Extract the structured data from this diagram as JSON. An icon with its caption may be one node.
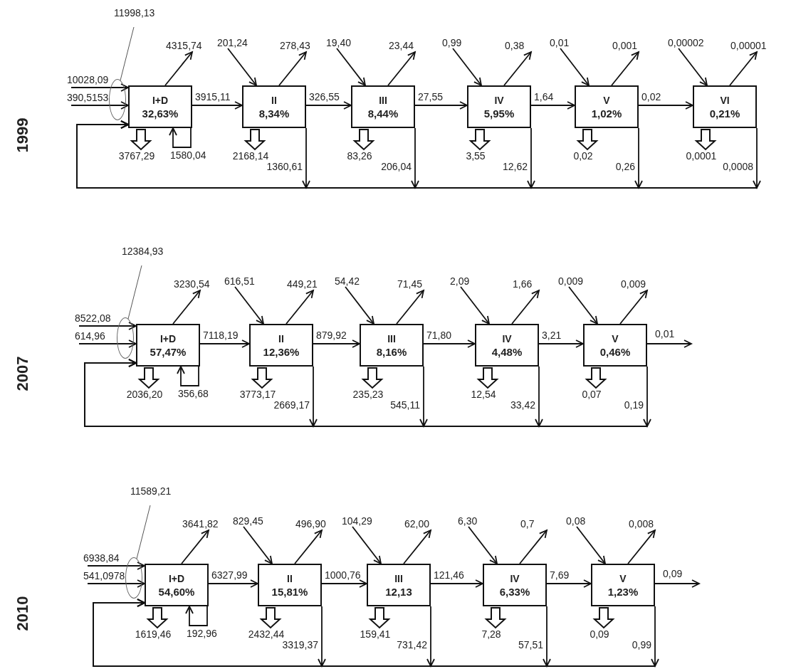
{
  "diagram": {
    "nodes": [
      {
        "text": [
          "11998,13"
        ]
      },
      {
        "text": [],
        "shape": "ellipse"
      },
      {
        "text": [
          "I+D",
          "32,63%"
        ]
      },
      {
        "text": [
          "II",
          "8,34%"
        ]
      },
      {
        "text": [
          "III",
          "8,44%"
        ]
      },
      {
        "text": [
          "IV",
          "5,95%"
        ]
      },
      {
        "text": [
          "V",
          "1,02%"
        ]
      },
      {
        "text": [
          "VI",
          "0,21%"
        ]
      },
      {
        "text": [
          "12384,93"
        ]
      },
      {
        "text": [],
        "shape": "ellipse"
      },
      {
        "text": [
          "I+D",
          "57,47%"
        ]
      },
      {
        "text": [
          "II",
          "12,36%"
        ]
      },
      {
        "text": [
          "III",
          "8,16%"
        ]
      },
      {
        "text": [
          "IV",
          "4,48%"
        ]
      },
      {
        "text": [
          "V",
          "0,46%"
        ]
      },
      {
        "text": [
          "11589,21"
        ]
      },
      {
        "text": [],
        "shape": "ellipse"
      },
      {
        "text": [
          "I+D",
          "54,60%"
        ]
      },
      {
        "text": [
          "II",
          "15,81%"
        ]
      },
      {
        "text": [
          "III",
          "12,13"
        ]
      },
      {
        "text": [
          "IV",
          "6,33%"
        ]
      },
      {
        "text": [
          "V",
          "1,23%"
        ]
      }
    ],
    "edges": [
      {
        "from": 0,
        "to": 1,
        "arrow": "none",
        "color": "#555555"
      },
      {
        "from": null,
        "to": 2,
        "arrow": "to",
        "label": "10028,09"
      },
      {
        "from": null,
        "to": 2,
        "arrow": "to",
        "label": "390,5153"
      },
      {
        "from": 2,
        "to": null,
        "arrow": "to",
        "label": "4315,74"
      },
      {
        "from": 2,
        "to": null,
        "arrow": "to",
        "style": "thick",
        "label": "3767,29"
      },
      {
        "from": 2,
        "to": 2,
        "arrow": "to",
        "label": "1580,04"
      },
      {
        "from": 2,
        "to": 3,
        "arrow": "to",
        "label": "3915,11"
      },
      {
        "from": null,
        "to": 3,
        "arrow": "to",
        "label": "201,24"
      },
      {
        "from": 3,
        "to": null,
        "arrow": "to",
        "label": "278,43"
      },
      {
        "from": 3,
        "to": null,
        "arrow": "to",
        "style": "thick",
        "label": "2168,14"
      },
      {
        "from": 3,
        "to": 2,
        "arrow": "to",
        "label": "1360,61"
      },
      {
        "from": 3,
        "to": 4,
        "arrow": "to",
        "label": "326,55"
      },
      {
        "from": null,
        "to": 4,
        "arrow": "to",
        "label": "19,40"
      },
      {
        "from": 4,
        "to": null,
        "arrow": "to",
        "label": "23,44"
      },
      {
        "from": 4,
        "to": null,
        "arrow": "to",
        "style": "thick",
        "label": "83,26"
      },
      {
        "from": 4,
        "to": 2,
        "arrow": "to",
        "label": "206,04"
      },
      {
        "from": 4,
        "to": 5,
        "arrow": "to",
        "label": "27,55"
      },
      {
        "from": null,
        "to": 5,
        "arrow": "to",
        "label": "0,99"
      },
      {
        "from": 5,
        "to": null,
        "arrow": "to",
        "label": "0,38"
      },
      {
        "from": 5,
        "to": null,
        "arrow": "to",
        "style": "thick",
        "label": "3,55"
      },
      {
        "from": 5,
        "to": 2,
        "arrow": "to",
        "label": "12,62"
      },
      {
        "from": 5,
        "to": 6,
        "arrow": "to",
        "label": "1,64"
      },
      {
        "from": null,
        "to": 6,
        "arrow": "to",
        "label": "0,01"
      },
      {
        "from": 6,
        "to": null,
        "arrow": "to",
        "label": "0,001"
      },
      {
        "from": 6,
        "to": null,
        "arrow": "to",
        "style": "thick",
        "label": "0,02"
      },
      {
        "from": 6,
        "to": 2,
        "arrow": "to",
        "label": "0,26"
      },
      {
        "from": 6,
        "to": 7,
        "arrow": "to",
        "label": "0,02"
      },
      {
        "from": null,
        "to": 7,
        "arrow": "to",
        "label": "0,00002"
      },
      {
        "from": 7,
        "to": null,
        "arrow": "to",
        "label": "0,00001"
      },
      {
        "from": 7,
        "to": null,
        "arrow": "to",
        "style": "thick",
        "label": "0,0001"
      },
      {
        "from": 7,
        "to": 2,
        "arrow": "to",
        "label": "0,0008"
      },
      {
        "from": 8,
        "to": 9,
        "arrow": "none",
        "color": "#555555"
      },
      {
        "from": null,
        "to": 10,
        "arrow": "to",
        "label": "8522,08"
      },
      {
        "from": null,
        "to": 10,
        "arrow": "to",
        "label": "614,96"
      },
      {
        "from": 10,
        "to": null,
        "arrow": "to",
        "label": "3230,54"
      },
      {
        "from": 10,
        "to": null,
        "arrow": "to",
        "style": "thick",
        "label": "2036,20"
      },
      {
        "from": 10,
        "to": 10,
        "arrow": "to",
        "label": "356,68"
      },
      {
        "from": 10,
        "to": 11,
        "arrow": "to",
        "label": "7118,19"
      },
      {
        "from": null,
        "to": 11,
        "arrow": "to",
        "label": "616,51"
      },
      {
        "from": 11,
        "to": null,
        "arrow": "to",
        "label": "449,21"
      },
      {
        "from": 11,
        "to": null,
        "arrow": "to",
        "style": "thick",
        "label": "3773,17"
      },
      {
        "from": 11,
        "to": 10,
        "arrow": "to",
        "label": "2669,17"
      },
      {
        "from": 11,
        "to": 12,
        "arrow": "to",
        "label": "879,92"
      },
      {
        "from": null,
        "to": 12,
        "arrow": "to",
        "label": "54,42"
      },
      {
        "from": 12,
        "to": null,
        "arrow": "to",
        "label": "71,45"
      },
      {
        "from": 12,
        "to": null,
        "arrow": "to",
        "style": "thick",
        "label": "235,23"
      },
      {
        "from": 12,
        "to": 10,
        "arrow": "to",
        "label": "545,11"
      },
      {
        "from": 12,
        "to": 13,
        "arrow": "to",
        "label": "71,80"
      },
      {
        "from": null,
        "to": 13,
        "arrow": "to",
        "label": "2,09"
      },
      {
        "from": 13,
        "to": null,
        "arrow": "to",
        "label": "1,66"
      },
      {
        "from": 13,
        "to": null,
        "arrow": "to",
        "style": "thick",
        "label": "12,54"
      },
      {
        "from": 13,
        "to": 10,
        "arrow": "to",
        "label": "33,42"
      },
      {
        "from": 13,
        "to": 14,
        "arrow": "to",
        "label": "3,21"
      },
      {
        "from": null,
        "to": 14,
        "arrow": "to",
        "label": "0,009"
      },
      {
        "from": 14,
        "to": null,
        "arrow": "to",
        "label": "0,009"
      },
      {
        "from": 14,
        "to": null,
        "arrow": "to",
        "style": "thick",
        "label": "0,07"
      },
      {
        "from": 14,
        "to": 10,
        "arrow": "to",
        "label": "0,19"
      },
      {
        "from": 14,
        "to": null,
        "arrow": "to",
        "label": "0,01"
      },
      {
        "from": 15,
        "to": 16,
        "arrow": "none",
        "color": "#555555"
      },
      {
        "from": null,
        "to": 17,
        "arrow": "to",
        "label": "6938,84"
      },
      {
        "from": null,
        "to": 17,
        "arrow": "to",
        "label": "541,0978"
      },
      {
        "from": 17,
        "to": null,
        "arrow": "to",
        "label": "3641,82"
      },
      {
        "from": 17,
        "to": null,
        "arrow": "to",
        "style": "thick",
        "label": "1619,46"
      },
      {
        "from": 17,
        "to": 17,
        "arrow": "to",
        "label": "192,96"
      },
      {
        "from": 17,
        "to": 18,
        "arrow": "to",
        "label": "6327,99"
      },
      {
        "from": null,
        "to": 18,
        "arrow": "to",
        "label": "829,45"
      },
      {
        "from": 18,
        "to": null,
        "arrow": "to",
        "label": "496,90"
      },
      {
        "from": 18,
        "to": null,
        "arrow": "to",
        "style": "thick",
        "label": "2432,44"
      },
      {
        "from": 18,
        "to": 17,
        "arrow": "to",
        "label": "3319,37"
      },
      {
        "from": 18,
        "to": 19,
        "arrow": "to",
        "label": "1000,76"
      },
      {
        "from": null,
        "to": 19,
        "arrow": "to",
        "label": "104,29"
      },
      {
        "from": 19,
        "to": null,
        "arrow": "to",
        "label": "62,00"
      },
      {
        "from": 19,
        "to": null,
        "arrow": "to",
        "style": "thick",
        "label": "159,41"
      },
      {
        "from": 19,
        "to": 17,
        "arrow": "to",
        "label": "731,42"
      },
      {
        "from": 19,
        "to": 20,
        "arrow": "to",
        "label": "121,46"
      },
      {
        "from": null,
        "to": 20,
        "arrow": "to",
        "label": "6,30"
      },
      {
        "from": 20,
        "to": null,
        "arrow": "to",
        "label": "0,7"
      },
      {
        "from": 20,
        "to": null,
        "arrow": "to",
        "style": "thick",
        "label": "7,28"
      },
      {
        "from": 20,
        "to": 17,
        "arrow": "to",
        "label": "57,51"
      },
      {
        "from": 20,
        "to": 21,
        "arrow": "to",
        "label": "7,69"
      },
      {
        "from": null,
        "to": 21,
        "arrow": "to",
        "label": "0,08"
      },
      {
        "from": 21,
        "to": null,
        "arrow": "to",
        "label": "0,008"
      },
      {
        "from": 21,
        "to": null,
        "arrow": "to",
        "style": "thick",
        "label": "0,09"
      },
      {
        "from": 21,
        "to": 17,
        "arrow": "to",
        "label": "0,99"
      },
      {
        "from": 21,
        "to": null,
        "arrow": "to",
        "label": "0,09"
      }
    ],
    "labels": [
      "1999",
      "2007",
      "2010"
    ]
  }
}
